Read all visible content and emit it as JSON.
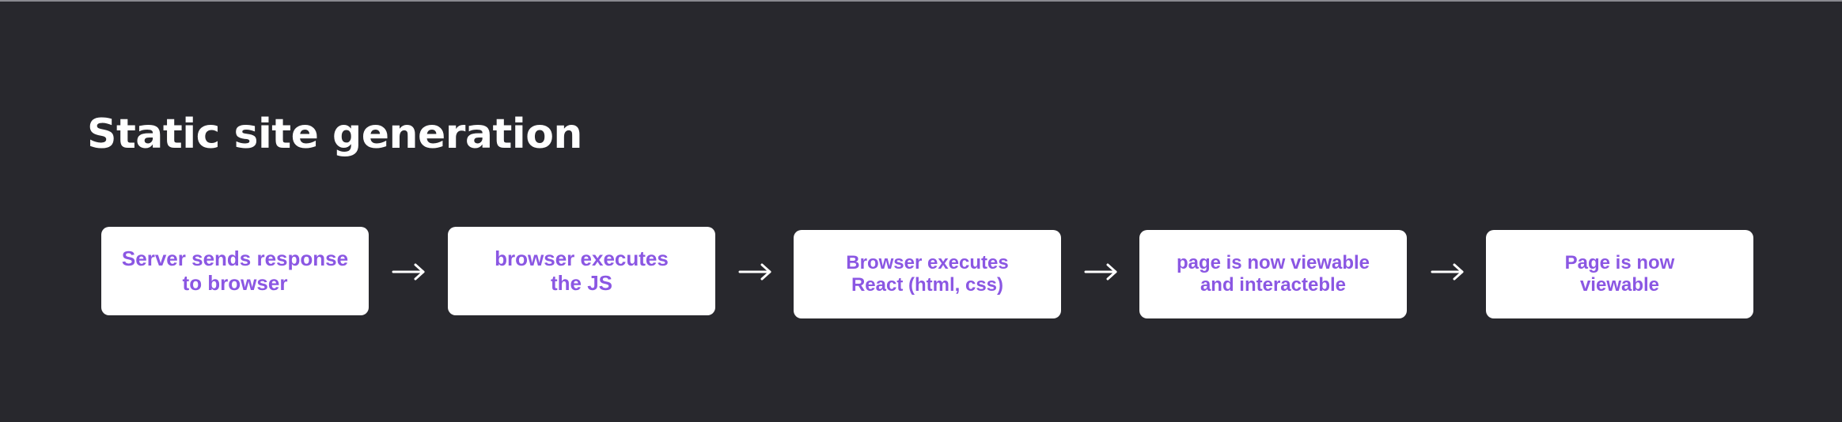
{
  "diagram": {
    "title": "Static site generation",
    "steps": [
      {
        "label": "Server sends response\nto browser"
      },
      {
        "label": "browser executes\nthe JS"
      },
      {
        "label": "Browser executes\nReact (html, css)"
      },
      {
        "label": "page is now viewable\nand interacteble"
      },
      {
        "label": "Page is now\nviewable"
      }
    ],
    "connector_icon": "right-arrow-icon"
  },
  "colors": {
    "background": "#28282d",
    "box_fill": "#ffffff",
    "box_text": "#8b57e3",
    "title": "#ffffff",
    "arrow": "#ffffff"
  }
}
